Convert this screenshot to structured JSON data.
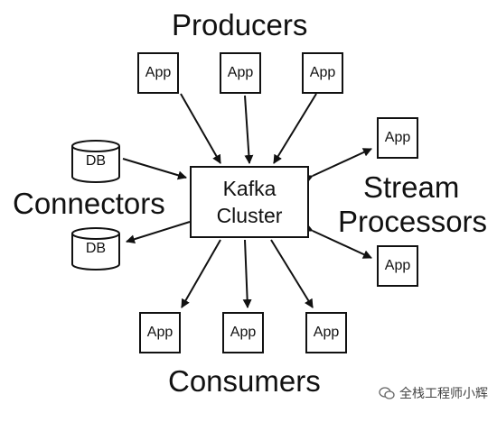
{
  "titles": {
    "producers": "Producers",
    "consumers": "Consumers",
    "connectors": "Connectors",
    "stream_line1": "Stream",
    "stream_line2": "Processors"
  },
  "kafka": {
    "line1": "Kafka",
    "line2": "Cluster"
  },
  "producers": [
    "App",
    "App",
    "App"
  ],
  "consumers": [
    "App",
    "App",
    "App"
  ],
  "stream_processors": [
    "App",
    "App"
  ],
  "connectors": [
    "DB",
    "DB"
  ],
  "watermark": {
    "text": "全栈工程师小辉",
    "icon": "wechat-icon"
  },
  "colors": {
    "line": "#111111",
    "background": "#ffffff"
  }
}
